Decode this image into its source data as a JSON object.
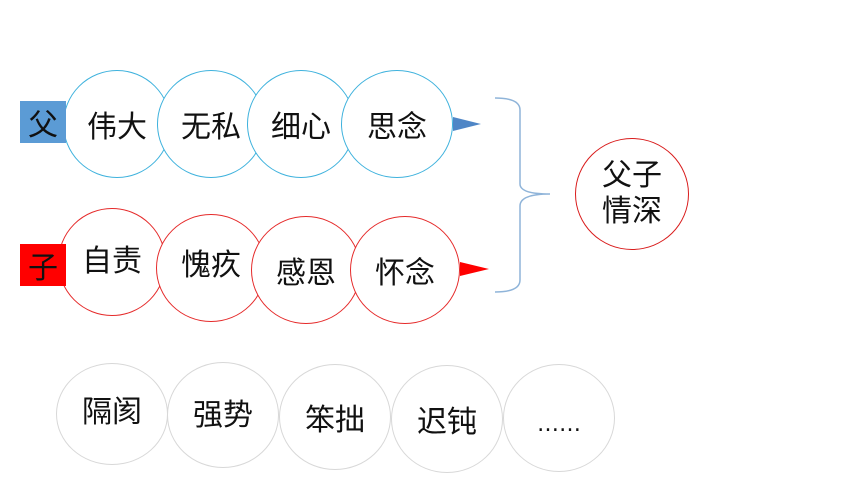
{
  "father": {
    "tag": "父",
    "tag_color": "#5b9bd5",
    "stroke_color": "#3fb2dd",
    "words": [
      "伟大",
      "无私",
      "细心",
      "思念"
    ]
  },
  "son": {
    "tag": "子",
    "tag_color": "#ff0000",
    "stroke_color": "#e52a2a",
    "words": [
      "自责",
      "愧疚",
      "感恩",
      "怀念"
    ]
  },
  "result": {
    "line1": "父子",
    "line2": "情深"
  },
  "gray": {
    "stroke_color": "#d8d8d8",
    "words": [
      "隔阂",
      "强势",
      "笨拙",
      "迟钝",
      "……"
    ]
  },
  "brace_color": "#8fb4d9"
}
